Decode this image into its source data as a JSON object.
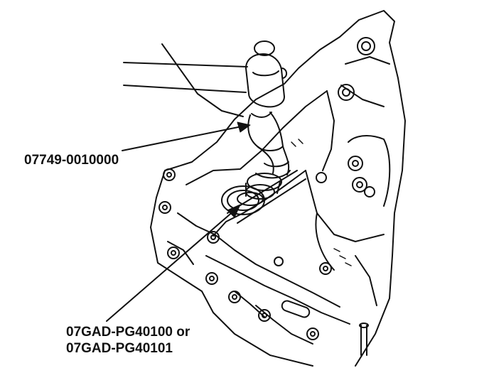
{
  "callouts": {
    "tool1": "07749-0010000",
    "tool2_line1": "07GAD-PG40100 or",
    "tool2_line2": "07GAD-PG40101"
  },
  "colors": {
    "ink": "#111111",
    "paper": "#ffffff"
  },
  "icons": [
    "hammer-icon",
    "driver-handle-icon",
    "seal-driver-attachment-icon",
    "transmission-case-icon"
  ]
}
